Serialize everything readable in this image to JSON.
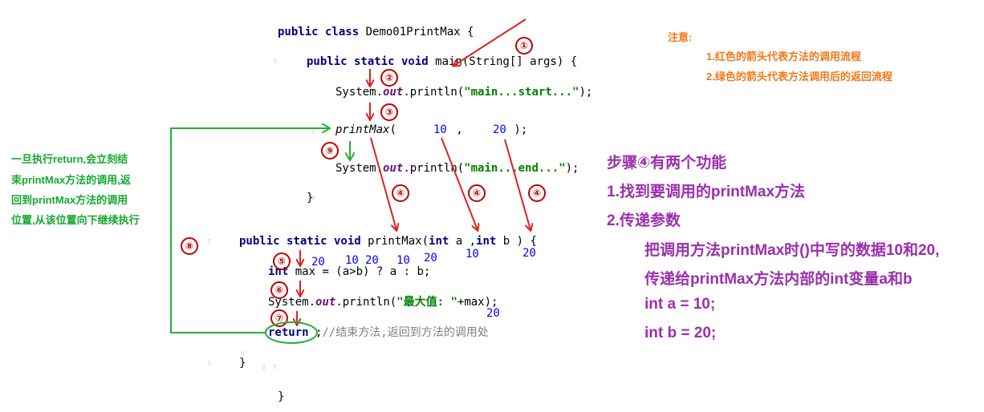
{
  "code": {
    "class_decl": {
      "kw": "public class",
      "rest": " Demo01PrintMax {"
    },
    "main_decl": {
      "kw": "public static void",
      "rest": " main(String[] args) {"
    },
    "start_line": {
      "pre": "System.",
      "field": "out",
      "mid": ".println(",
      "str": "\"main...start...\"",
      "post": ");"
    },
    "call_line": {
      "name": "printMax",
      "open": "(",
      "arg1": "10",
      "sep": " ,",
      "arg2": "20",
      "close": " );"
    },
    "end_line": {
      "pre": "System.",
      "field": "out",
      "mid": ".println(",
      "str": "\"main...end...\"",
      "post": ");"
    },
    "main_close": "}",
    "print_decl": {
      "kw": "public static void",
      "name": " printMax(",
      "kw_int1": "int",
      "a": " a ,",
      "kw_int2": "int",
      "b": " b ) {"
    },
    "max_line": {
      "kw": "int",
      "rest": " max = (a>b) ? a : b;"
    },
    "print_line": {
      "pre": "System.",
      "field": "out",
      "mid": ".println(",
      "str": "\"最大值: \"",
      "post": "+max);"
    },
    "return_line": {
      "kw": "return",
      "semi": " ;",
      "comment": "//结束方法,返回到方法的调用处"
    },
    "print_close": "}",
    "class_close": "}"
  },
  "overlay_values": {
    "a_val": "10",
    "b_val": "20",
    "max_a_val": "20",
    "cond_a": "10",
    "cond_b": "20",
    "opt_a": "10",
    "opt_b": "20",
    "max_val": "20"
  },
  "steps": [
    "①",
    "②",
    "③",
    "④",
    "④",
    "④",
    "⑤",
    "⑥",
    "⑦",
    "⑧",
    "⑨"
  ],
  "notes": {
    "title": "注意:",
    "line1": "1.红色的箭头代表方法的调用流程",
    "line2": "2.绿色的箭头代表方法调用后的返回流程"
  },
  "green_note": [
    "一旦执行return,会立刻结",
    "束printMax方法的调用,返",
    "回到printMax方法的调用",
    "位置,从该位置向下继续执行"
  ],
  "purple_note": {
    "heading": "步骤④有两个功能",
    "item1": "1.找到要调用的printMax方法",
    "item2": "2.传递参数",
    "detail1": "把调用方法printMax时()中写的数据10和20,",
    "detail2": "传递给printMax方法内部的int变量a和b",
    "assign_a": "int a = 10;",
    "assign_b": "int b = 20;"
  },
  "colors": {
    "call_arrow": "#e02020",
    "return_arrow": "#22b033",
    "note": "#f07818",
    "green_text": "#14a830",
    "purple_text": "#9b2fae",
    "badge": "#c00000"
  },
  "gutter_marks": [
    "▯",
    "▯",
    "▯",
    "▯",
    "▯",
    "▯",
    "▯",
    "▯"
  ]
}
